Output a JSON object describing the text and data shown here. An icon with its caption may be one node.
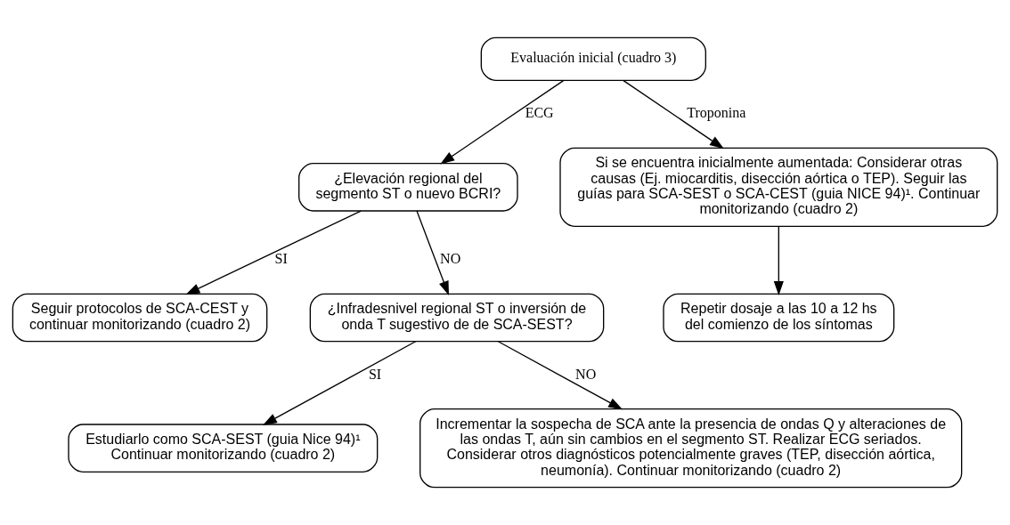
{
  "diagram": {
    "nodes": [
      {
        "text": [
          "Evaluación inicial (cuadro 3)"
        ]
      },
      {
        "text": [
          "¿Elevación regional del segmento ST o nuevo BCRI?"
        ]
      },
      {
        "text": [
          "Si se encuentra inicialmente aumentada: Considerar otras causas (Ej. miocarditis, disección aórtica o TEP). Seguir las guías para SCA-SEST o SCA-CEST (guia NICE 94)¹. Continuar monitorizando (cuadro 2)"
        ]
      },
      {
        "text": [
          "Repetir dosaje a las 10 a 12 hs del comienzo de los síntomas"
        ]
      },
      {
        "text": [
          "Seguir protocolos de SCA-CEST y continuar monitorizando (cuadro 2)"
        ]
      },
      {
        "text": [
          "¿Infradesnivel regional ST o inversión de onda T sugestivo de de SCA-SEST?"
        ]
      },
      {
        "text": [
          "Estudiarlo como SCA-SEST (guia Nice 94)¹ Continuar monitorizando (cuadro 2)"
        ]
      },
      {
        "text": [
          "Incrementar la sospecha de SCA ante la presencia de ondas Q y alteraciones de las ondas T, aún sin cambios en el segmento ST. Realizar ECG seriados. Considerar otros diagnósticos potencialmente graves (TEP, disección aórtica, neumonía). Continuar monitorizando (cuadro 2)"
        ]
      }
    ],
    "edges": [
      {
        "from": 0,
        "to": 1,
        "arrow": "to",
        "label": "ECG"
      },
      {
        "from": 0,
        "to": 2,
        "arrow": "to",
        "label": "Troponina"
      },
      {
        "from": 1,
        "to": 4,
        "arrow": "to",
        "label": "SI"
      },
      {
        "from": 1,
        "to": 5,
        "arrow": "to",
        "label": "NO"
      },
      {
        "from": 2,
        "to": 3,
        "arrow": "to"
      },
      {
        "from": 5,
        "to": 6,
        "arrow": "to",
        "label": "SI"
      },
      {
        "from": 5,
        "to": 7,
        "arrow": "to",
        "label": "NO"
      }
    ]
  }
}
